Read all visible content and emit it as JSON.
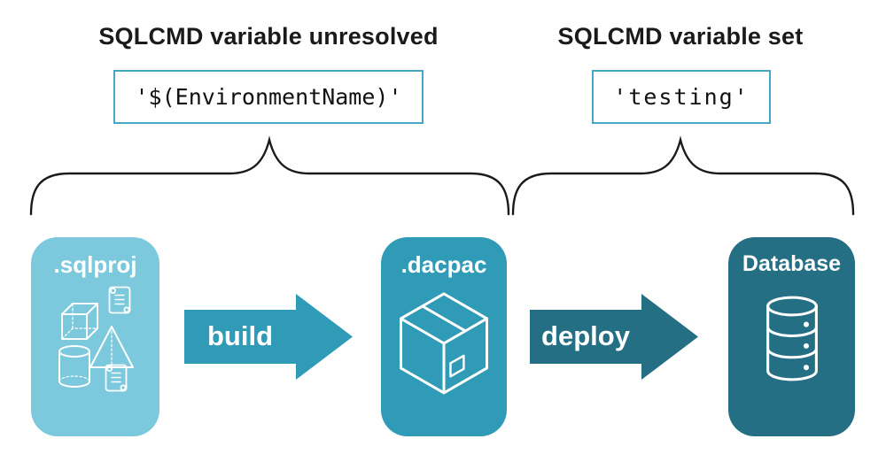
{
  "annotations": {
    "left": {
      "header": "SQLCMD variable unresolved",
      "code": "'$(EnvironmentName)'"
    },
    "right": {
      "header": "SQLCMD variable set",
      "code": "'testing'"
    }
  },
  "flow": {
    "nodes": [
      {
        "label": ".sqlproj",
        "color": "#7CC8DC",
        "icons": [
          "cube-icon",
          "scroll-icon",
          "pyramid-icon",
          "cylinder-icon",
          "scroll-icon"
        ]
      },
      {
        "label": ".dacpac",
        "color": "#2F9BB7",
        "icons": [
          "package-box-icon"
        ]
      },
      {
        "label": "Database",
        "color": "#256F85",
        "icons": [
          "database-cylinder-icon"
        ]
      }
    ],
    "arrows": [
      {
        "label": "build",
        "color": "#2F9BB7"
      },
      {
        "label": "deploy",
        "color": "#256F85"
      }
    ]
  },
  "colors": {
    "background": "#FFFFFF",
    "heading_text": "#1A1A1A",
    "code_text": "#111111",
    "code_box_border": "#45A7C3",
    "brace_stroke": "#1A1A1A",
    "icon_stroke": "#FFFFFF",
    "node_light_blue": "#7CC8DC",
    "node_teal": "#2F9BB7",
    "node_dark_teal": "#256F85"
  }
}
